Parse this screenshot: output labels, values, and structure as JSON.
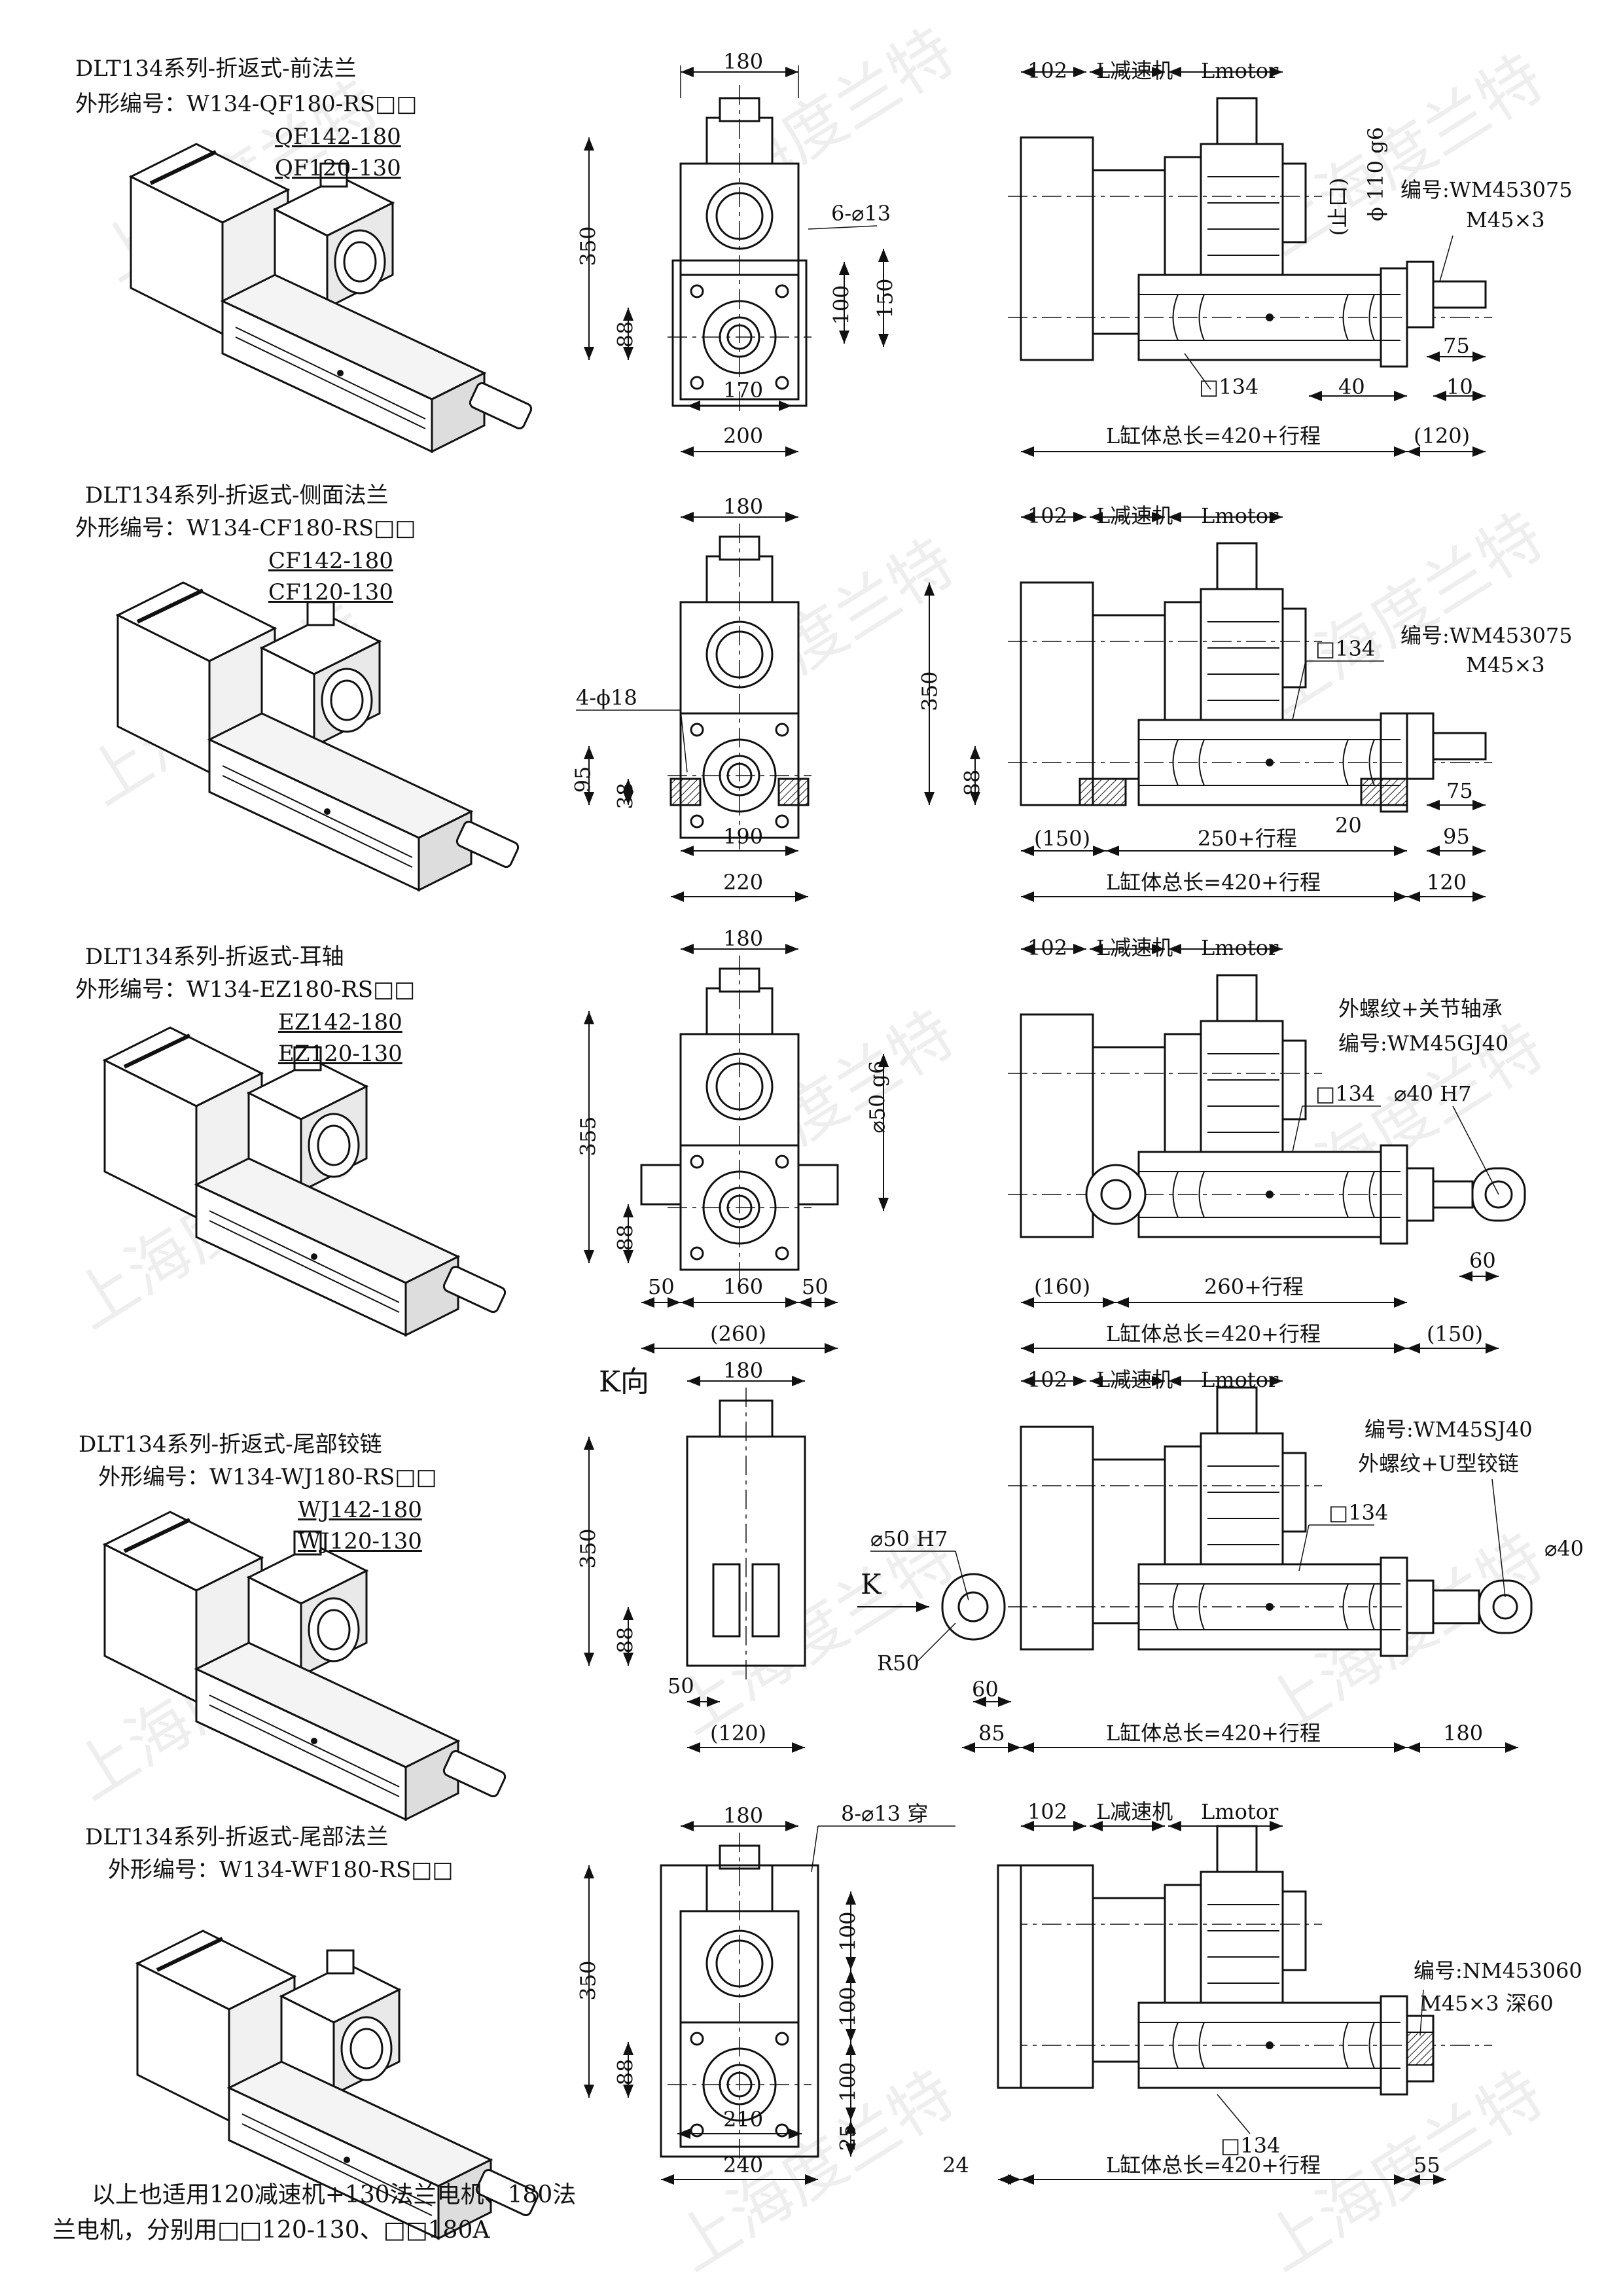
{
  "watermark": "上海度兰特",
  "rows": [
    {
      "title": "DLT134系列-折返式-前法兰",
      "code_prefix": "外形编号：W134-",
      "code_main": "QF180-RS□□",
      "variants": [
        "QF142-180",
        "QF120-130"
      ],
      "front": {
        "top_w": "180",
        "height": "350",
        "bottom_h": "88",
        "holes": "6-⌀13",
        "inner_h1": "100",
        "inner_h2": "150",
        "width1": "170",
        "width2": "200"
      },
      "side": {
        "d1": "102",
        "d2": "L减速机",
        "d3": "Lmotor",
        "pilot": "(止口)",
        "pilot_d": "ϕ 110 g6",
        "code": "编号:WM453075",
        "thread": "M45×3",
        "box": "□134",
        "e1": "75",
        "e2": "40",
        "e3": "10",
        "total": "L缸体总长=420+行程",
        "tail": "(120)"
      }
    },
    {
      "title": "DLT134系列-折返式-侧面法兰",
      "code_prefix": "外形编号：W134-",
      "code_main": "CF180-RS□□",
      "variants": [
        "CF142-180",
        "CF120-130"
      ],
      "front": {
        "top_w": "180",
        "holes": "4-ϕ18",
        "h1": "95",
        "h2": "38",
        "width1": "190",
        "width2": "220"
      },
      "side": {
        "d1": "102",
        "d2": "L减速机",
        "d3": "Lmotor",
        "box": "□134",
        "code": "编号:WM453075",
        "thread": "M45×3",
        "height": "350",
        "bottom_h": "88",
        "e1": "75",
        "e2": "20",
        "e3": "95",
        "left": "(150)",
        "stroke": "250+行程",
        "total": "L缸体总长=420+行程",
        "tail": "120"
      }
    },
    {
      "title": "DLT134系列-折返式-耳轴",
      "code_prefix": "外形编号：W134-",
      "code_main": "EZ180-RS□□",
      "variants": [
        "EZ142-180",
        "EZ120-130"
      ],
      "front": {
        "top_w": "180",
        "height": "355",
        "bottom_h": "88",
        "axle": "⌀50 g6",
        "s1": "50",
        "s2": "160",
        "s3": "50",
        "width2": "(260)"
      },
      "side": {
        "d1": "102",
        "d2": "L减速机",
        "d3": "Lmotor",
        "ext1": "外螺纹+关节轴承",
        "code": "编号:WM45GJ40",
        "box": "□134",
        "bore": "⌀40 H7",
        "e1": "60",
        "left": "(160)",
        "stroke": "260+行程",
        "total": "L缸体总长=420+行程",
        "tail": "(150)"
      }
    },
    {
      "title": "DLT134系列-折返式-尾部铰链",
      "code_prefix": "外形编号：W134-",
      "code_main": "WJ180-RS□□",
      "variants": [
        "WJ142-180",
        "WJ120-130"
      ],
      "front": {
        "view": "K向",
        "top_w": "180",
        "height": "350",
        "bottom_h": "88",
        "s1": "50",
        "width2": "(120)"
      },
      "side": {
        "d1": "102",
        "d2": "L减速机",
        "d3": "Lmotor",
        "code": "编号:WM45SJ40",
        "ext1": "外螺纹+U型铰链",
        "box": "□134",
        "pin": "⌀50 H7",
        "k": "K",
        "radius": "R50",
        "pin2": "⌀40",
        "e1": "60",
        "left": "85",
        "total": "L缸体总长=420+行程",
        "tail": "180"
      }
    },
    {
      "title": "DLT134系列-折返式-尾部法兰",
      "code_prefix": "外形编号：W134-",
      "code_main": "WF180-RS□□",
      "variants": [],
      "front": {
        "top_w": "180",
        "holes": "8-⌀13 穿",
        "height": "350",
        "bottom_h": "88",
        "m1": "100",
        "m2": "100",
        "m3": "100",
        "width1": "210",
        "width2": "240",
        "b": "25"
      },
      "side": {
        "d1": "102",
        "d2": "L减速机",
        "d3": "Lmotor",
        "code": "编号:NM453060",
        "thread": "M45×3 深60",
        "box": "□134",
        "left": "24",
        "total": "L缸体总长=420+行程",
        "tail": "55"
      }
    }
  ],
  "footer": {
    "line1": "以上也适用120减速机+130法兰电机、180法",
    "line2": "兰电机，分别用□□120-130、□□180A"
  }
}
